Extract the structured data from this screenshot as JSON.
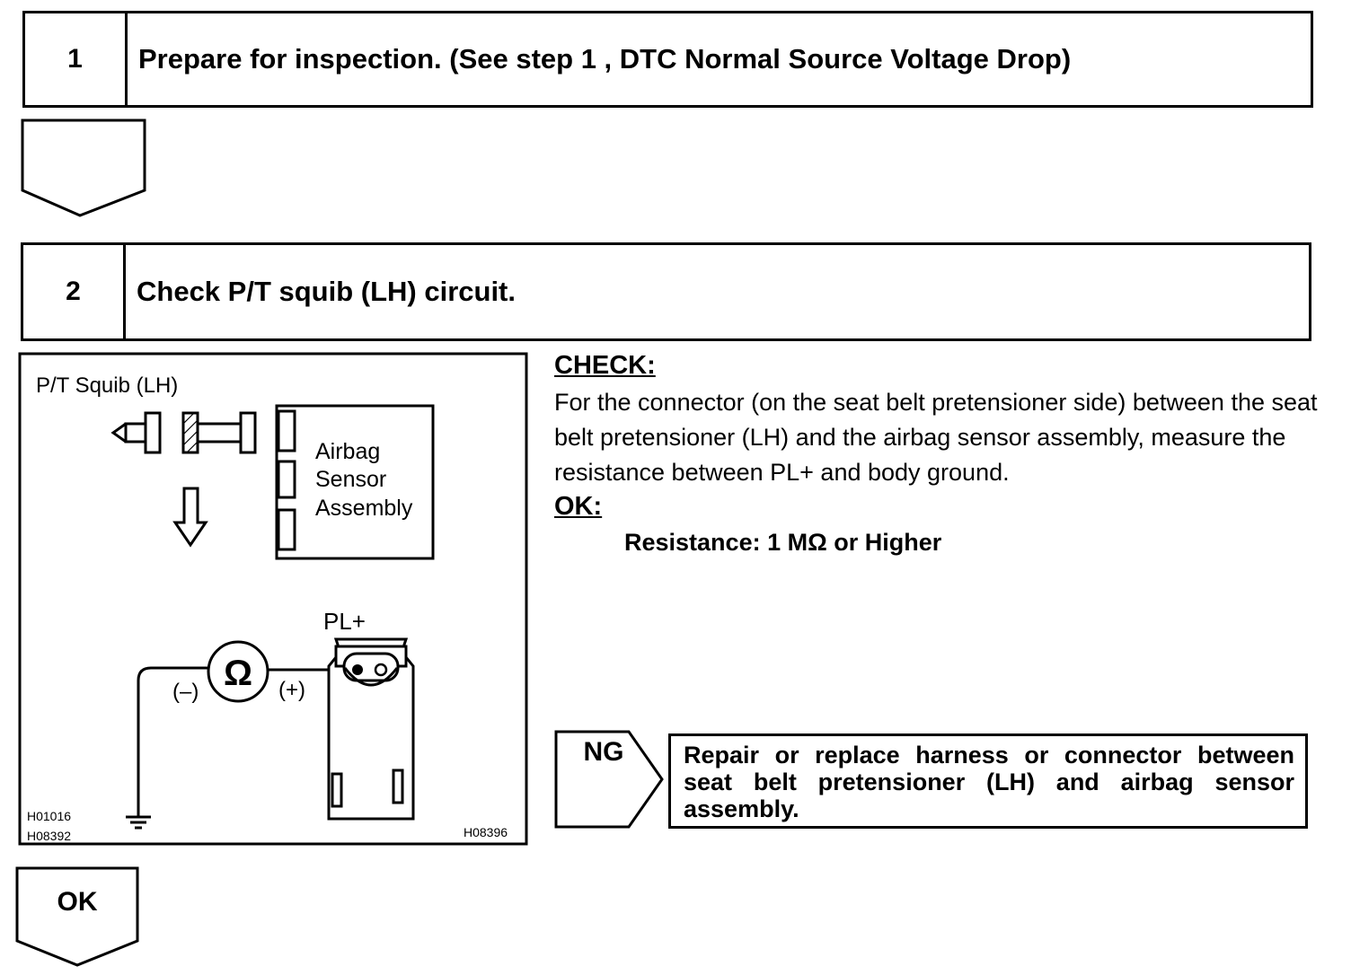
{
  "steps": [
    {
      "number": "1",
      "title": "Prepare for inspection. (See step 1 , DTC Normal Source Voltage Drop)"
    },
    {
      "number": "2",
      "title": "Check P/T squib (LH) circuit."
    }
  ],
  "figure": {
    "squib_label": "P/T Squib (LH)",
    "sensor_label_lines": [
      "Airbag",
      "Sensor",
      "Assembly"
    ],
    "terminal_label": "PL+",
    "ohm_symbol": "Ω",
    "minus_label": "(–)",
    "plus_label": "(+)",
    "code_left_1": "H01016",
    "code_left_2": "H08392",
    "code_right": "H08396"
  },
  "check": {
    "heading": "CHECK:",
    "text": "For the connector (on the seat belt pretensioner side) between the seat belt pretensioner (LH) and the airbag sensor assembly, measure the resistance between PL+ and body ground.",
    "ok_heading": "OK:",
    "spec": "Resistance: 1 MΩ or Higher"
  },
  "results": {
    "ng_label": "NG",
    "ng_action": "Repair or replace harness or connector between seat belt pretensioner (LH) and airbag sensor assembly.",
    "ok_label": "OK"
  }
}
